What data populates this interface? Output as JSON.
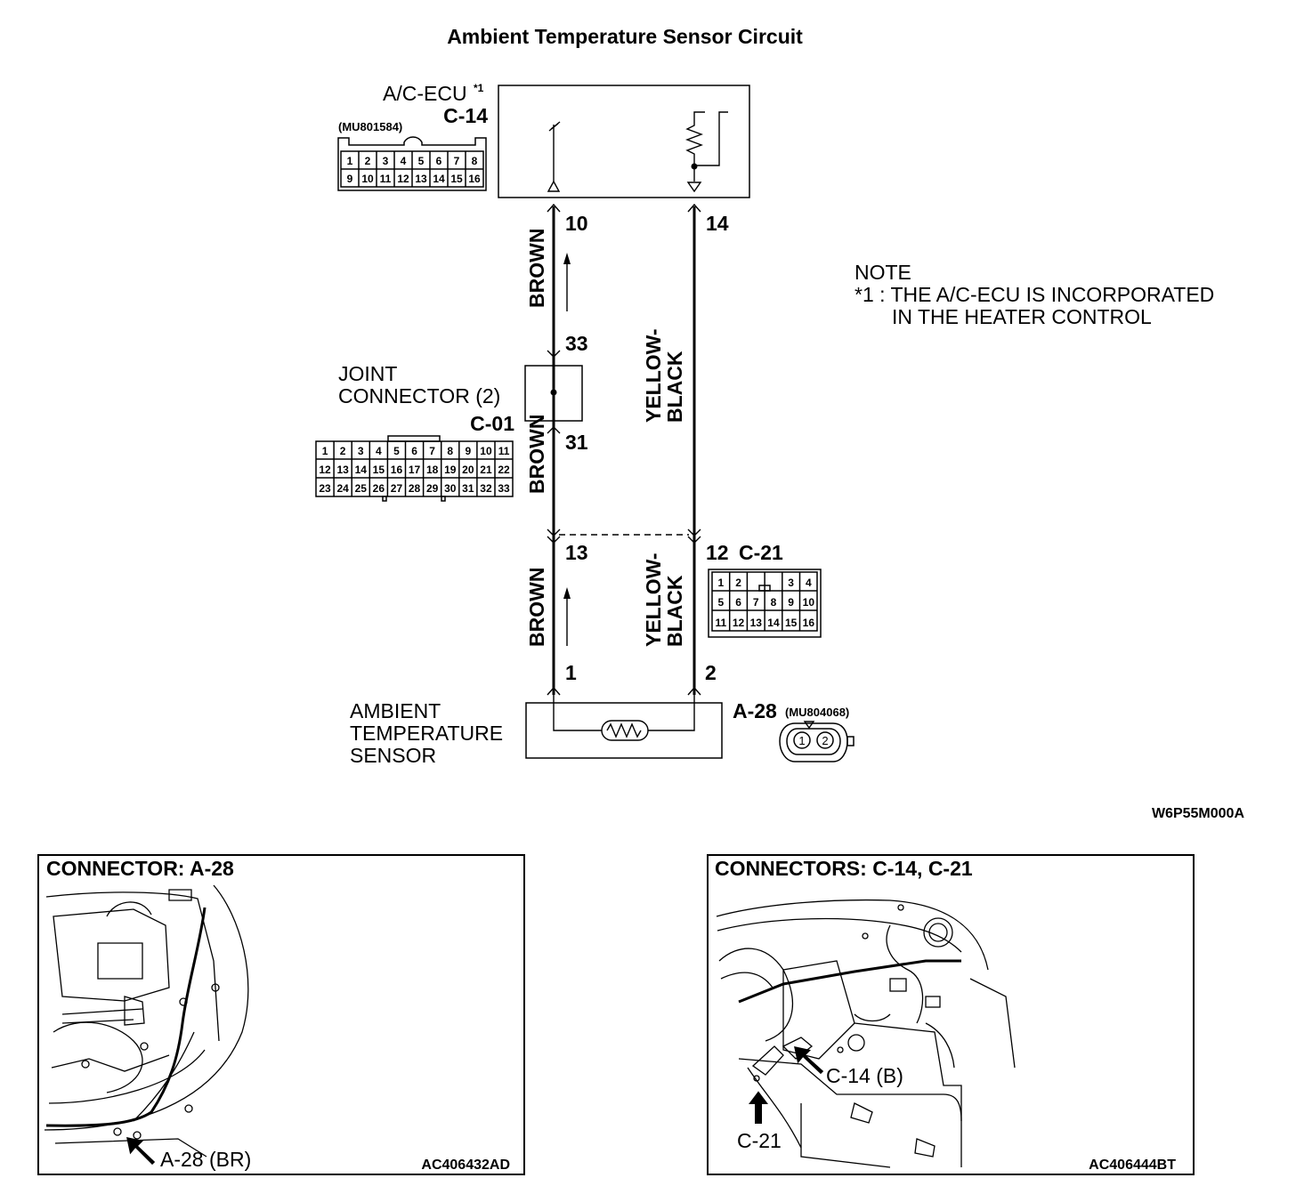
{
  "title": "Ambient Temperature Sensor Circuit",
  "diagram_code": "W6P55M000A",
  "ecu": {
    "name": "A/C-ECU",
    "footnote_mark": "*1",
    "connector_id": "C-14",
    "part_no": "(MU801584)",
    "pins_row1": [
      "1",
      "2",
      "3",
      "4",
      "5",
      "6",
      "7",
      "8"
    ],
    "pins_row2": [
      "9",
      "10",
      "11",
      "12",
      "13",
      "14",
      "15",
      "16"
    ]
  },
  "note": {
    "heading": "NOTE",
    "line1": "*1 : THE A/C-ECU IS INCORPORATED",
    "line2": "IN THE HEATER CONTROL"
  },
  "joint_connector": {
    "line1": "JOINT",
    "line2": "CONNECTOR (2)",
    "connector_id": "C-01",
    "pins_row1": [
      "1",
      "2",
      "3",
      "4",
      "5",
      "6",
      "7",
      "8",
      "9",
      "10",
      "11"
    ],
    "pins_row2": [
      "12",
      "13",
      "14",
      "15",
      "16",
      "17",
      "18",
      "19",
      "20",
      "21",
      "22"
    ],
    "pins_row3": [
      "23",
      "24",
      "25",
      "26",
      "27",
      "28",
      "29",
      "30",
      "31",
      "32",
      "33"
    ]
  },
  "c21": {
    "connector_id": "C-21",
    "pins_row1": [
      "1",
      "2",
      "",
      "",
      "3",
      "4"
    ],
    "pins_row2": [
      "5",
      "6",
      "7",
      "8",
      "9",
      "10"
    ],
    "pins_row3": [
      "11",
      "12",
      "13",
      "14",
      "15",
      "16"
    ]
  },
  "sensor": {
    "line1": "AMBIENT",
    "line2": "TEMPERATURE",
    "line3": "SENSOR",
    "connector_id": "A-28",
    "part_no": "(MU804068)",
    "pins": [
      "1",
      "2"
    ]
  },
  "wires": {
    "left_color_upper": "BROWN",
    "left_color_mid": "BROWN",
    "left_color_lower": "BROWN",
    "right_color_upper_1": "YELLOW-",
    "right_color_upper_2": "BLACK",
    "right_color_lower_1": "YELLOW-",
    "right_color_lower_2": "BLACK"
  },
  "pin_labels": {
    "p10": "10",
    "p14": "14",
    "p33": "33",
    "p31": "31",
    "p13": "13",
    "p12": "12",
    "p1": "1",
    "p2": "2"
  },
  "panel_left": {
    "heading": "CONNECTOR: A-28",
    "callout": "A-28 (BR)",
    "code": "AC406432AD"
  },
  "panel_right": {
    "heading": "CONNECTORS: C-14, C-21",
    "callout_c14": "C-14 (B)",
    "callout_c21": "C-21",
    "code": "AC406444BT"
  }
}
